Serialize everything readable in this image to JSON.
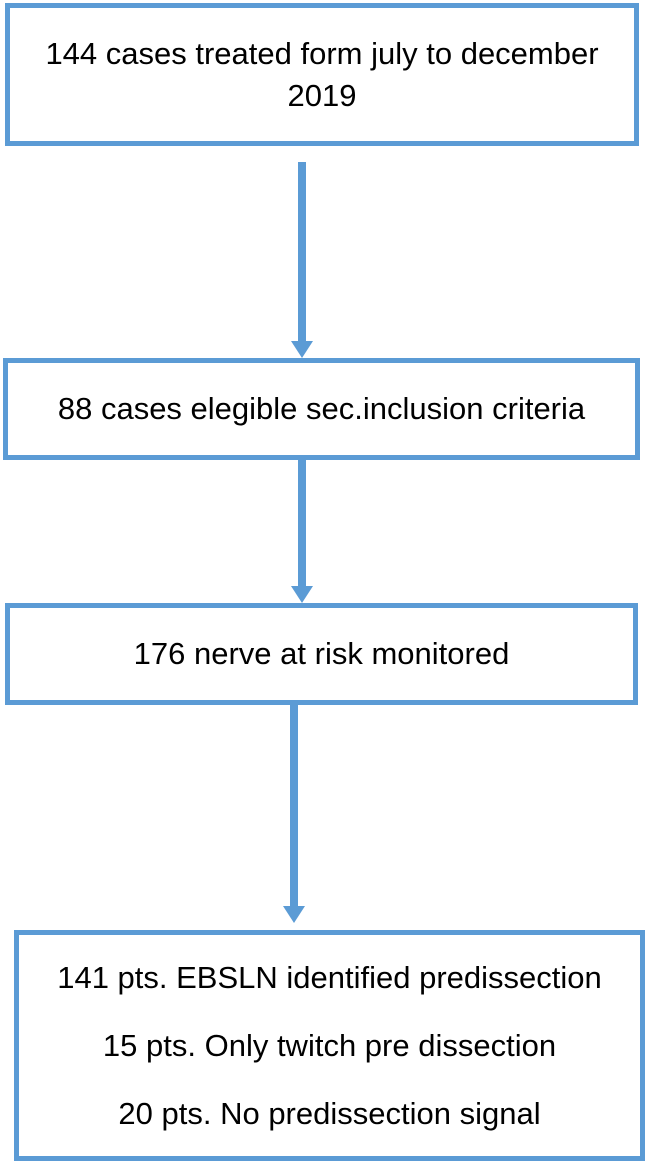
{
  "diagram": {
    "type": "flowchart",
    "direction": "top-down",
    "colors": {
      "accent": "#5B9BD5",
      "text": "#000000",
      "background": "#FFFFFF"
    },
    "boxes": [
      {
        "id": "cases-treated",
        "lines": [
          "144 cases treated form july to december",
          "2019"
        ]
      },
      {
        "id": "cases-eligible",
        "lines": [
          "88 cases elegible sec.inclusion criteria"
        ]
      },
      {
        "id": "nerves-monitored",
        "lines": [
          "176 nerve at risk monitored"
        ]
      },
      {
        "id": "predissection-results",
        "lines": [
          "141 pts. EBSLN identified predissection",
          "15 pts. Only twitch pre dissection",
          "20 pts. No predissection signal"
        ]
      }
    ],
    "connectors": [
      {
        "from": "cases-treated",
        "to": "cases-eligible",
        "style": "arrow-down"
      },
      {
        "from": "cases-eligible",
        "to": "nerves-monitored",
        "style": "arrow-down"
      },
      {
        "from": "nerves-monitored",
        "to": "predissection-results",
        "style": "arrow-down"
      }
    ]
  }
}
